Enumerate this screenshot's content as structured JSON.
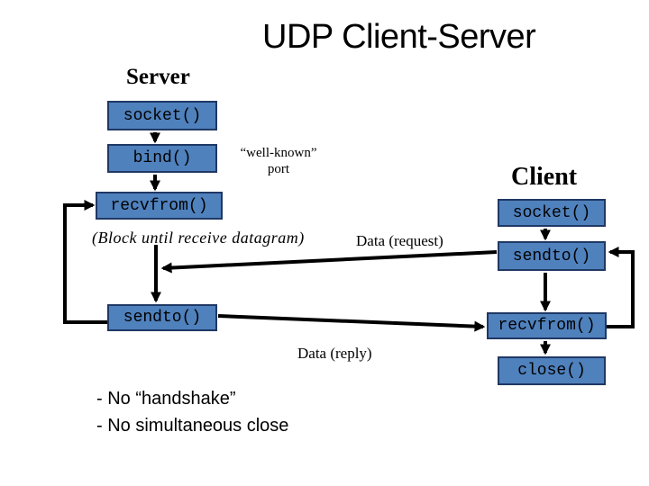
{
  "title": "UDP Client-Server",
  "server": {
    "label": "Server",
    "boxes": [
      {
        "label": "socket()"
      },
      {
        "label": "bind()"
      },
      {
        "label": "recvfrom()"
      },
      {
        "label": "sendto()"
      }
    ]
  },
  "client": {
    "label": "Client",
    "boxes": [
      {
        "label": "socket()"
      },
      {
        "label": "sendto()"
      },
      {
        "label": "recvfrom()"
      },
      {
        "label": "close()"
      }
    ]
  },
  "annotations": {
    "well_known_line1": "“well-known”",
    "well_known_line2": "port",
    "block_note": "(Block until receive datagram)",
    "data_request_label": "Data (request)",
    "data_reply_label": "Data (reply)"
  },
  "footer_notes": {
    "line1": "- No “handshake”",
    "line2": "- No simultaneous close"
  },
  "colors": {
    "background": "#ffffff",
    "box_fill": "#4f81bd",
    "box_border": "#1f3864",
    "arrow": "#000000",
    "text": "#000000"
  }
}
